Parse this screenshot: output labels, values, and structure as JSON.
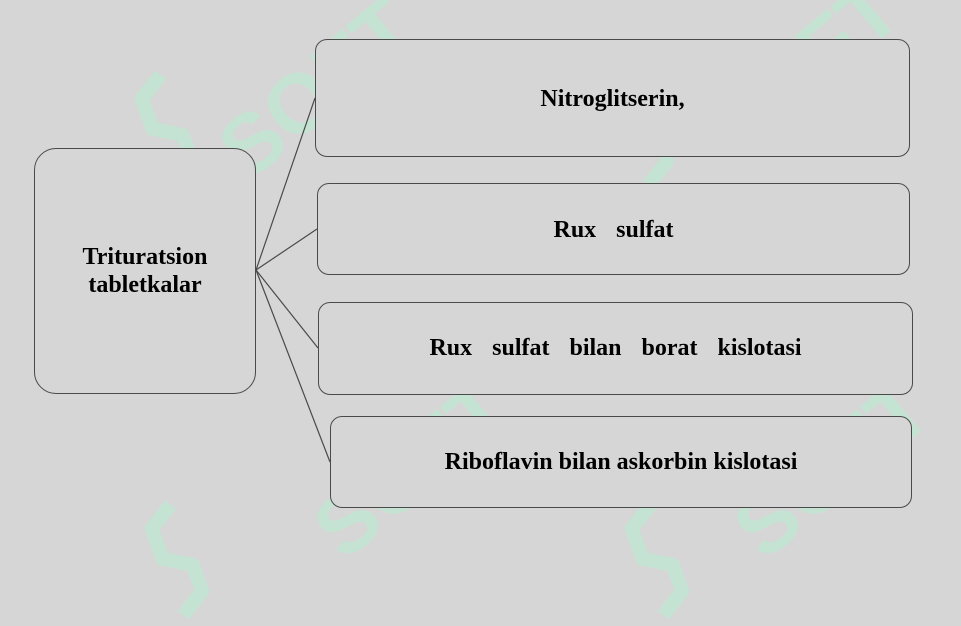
{
  "diagram": {
    "root": "Trituratsion tabletkalar",
    "items": [
      "Nitroglitserin,",
      "Rux  sulfat",
      "Rux  sulfat  bilan  borat  kislotasi",
      "Riboflavin bilan askorbin kislotasi"
    ]
  },
  "watermark": {
    "text": "SOFT",
    "color": "#bfe8d2"
  },
  "colors": {
    "background": "#d6d6d6",
    "border": "#4a4a4a",
    "text": "#000000"
  }
}
